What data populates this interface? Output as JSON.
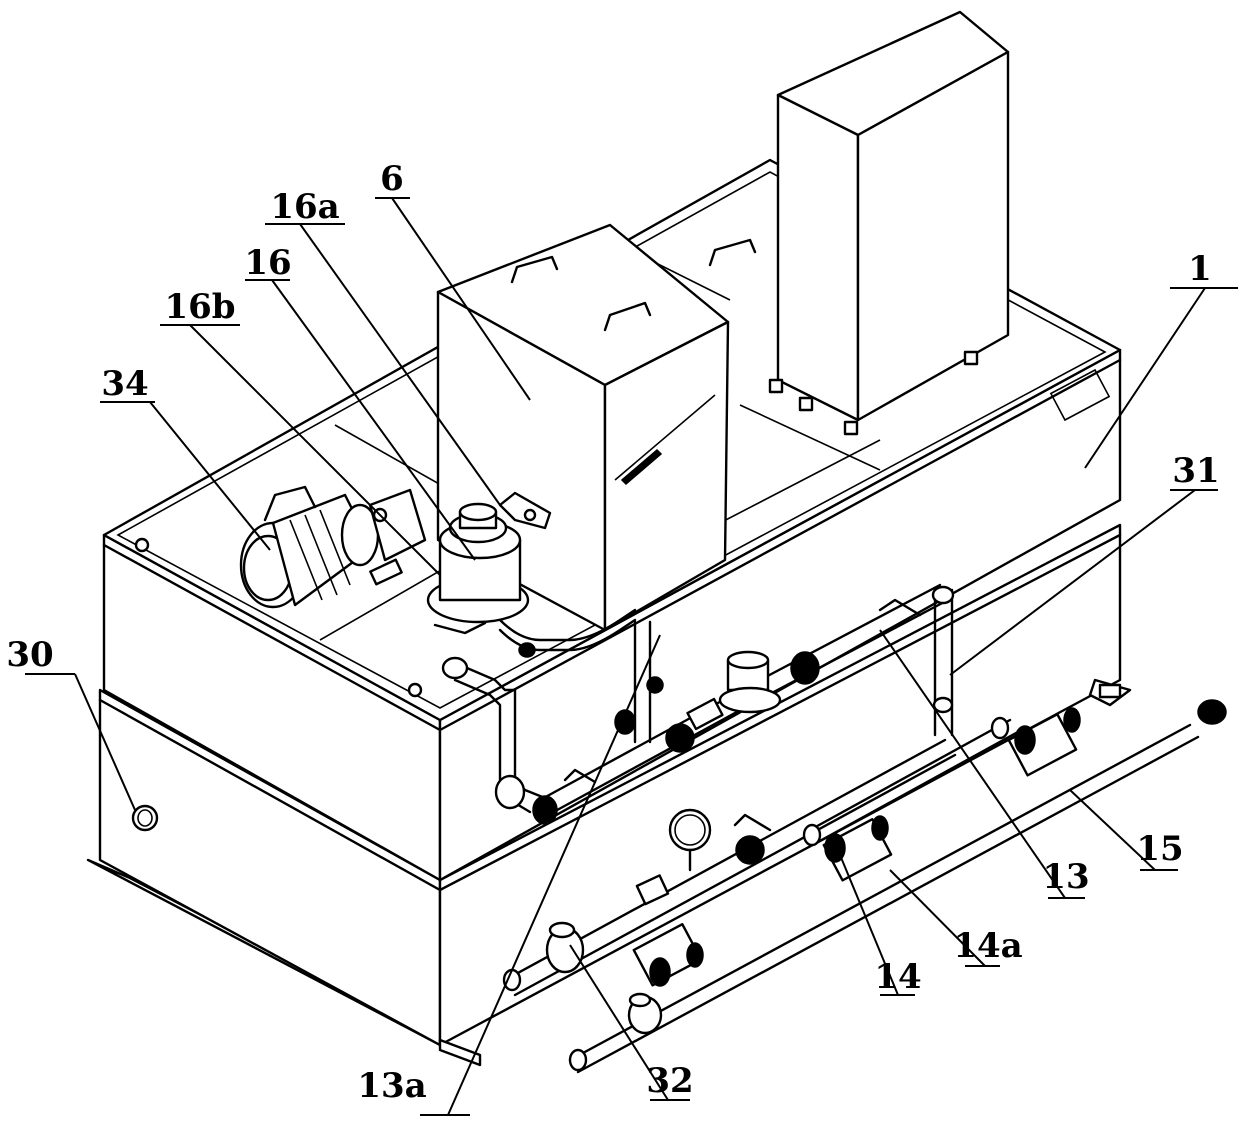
{
  "labels": {
    "l1": "1",
    "l6": "6",
    "l13": "13",
    "l13a": "13a",
    "l14": "14",
    "l14a": "14a",
    "l15": "15",
    "l16": "16",
    "l16a": "16a",
    "l16b": "16b",
    "l30": "30",
    "l31": "31",
    "l32": "32",
    "l34": "34"
  },
  "colors": {
    "line": "#000000",
    "background": "#ffffff"
  }
}
